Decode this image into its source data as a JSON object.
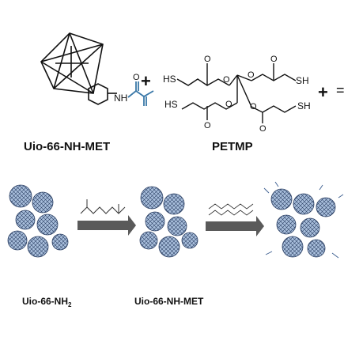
{
  "top_row": {
    "plus_1": "+",
    "plus_2": "+",
    "partial_symbol": "=",
    "linker_label": "Uio-66-NH-MET",
    "petmp_label": "PETMP",
    "amide_n": "NH",
    "amide_o": "O",
    "sh_1": "HS",
    "sh_2": "SH",
    "sh_3": "HS",
    "sh_4": "SH",
    "o_labels": [
      "O",
      "O",
      "O",
      "O",
      "O",
      "O",
      "O",
      "O"
    ]
  },
  "bottom_row": {
    "stage_1_label": "Uio-66-NH",
    "stage_1_sub": "2",
    "stage_2_label": "Uio-66-NH-MET"
  },
  "colors": {
    "framework_blue": "#5a7fb6",
    "framework_dark": "#2b3f63",
    "amide_blue": "#3a78a8",
    "arrow_gray": "#4d4d4d",
    "text": "#111111"
  },
  "icons": {
    "cluster": "mof-cluster-icon",
    "arrow": "right-arrow-icon"
  }
}
